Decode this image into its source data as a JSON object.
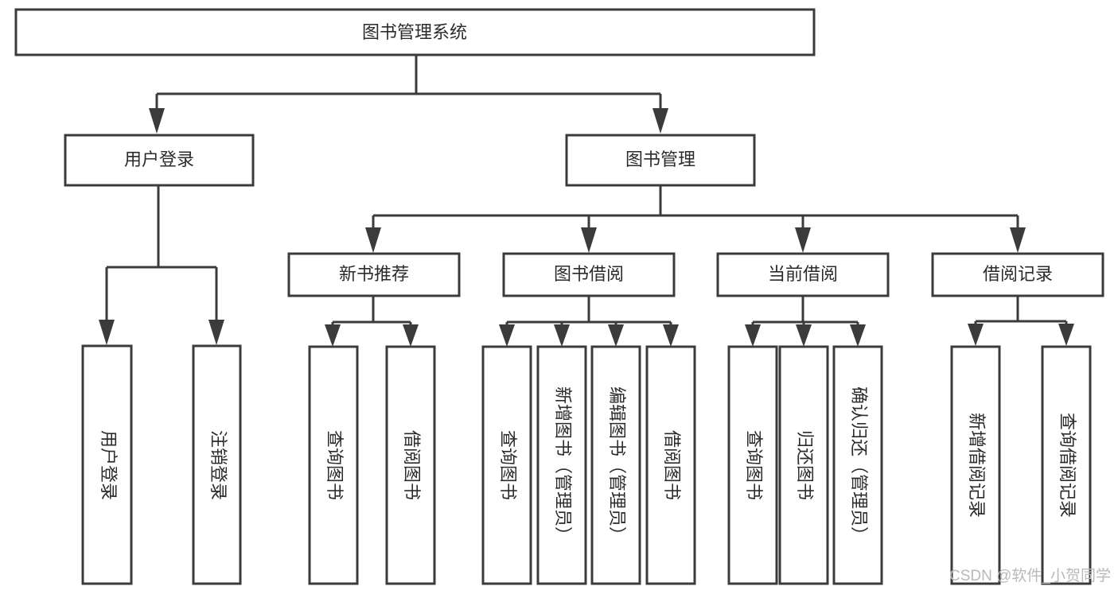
{
  "diagram": {
    "type": "tree-hierarchy-chart",
    "title": "图书管理系统",
    "watermark": "CSDN @软件_小贺同学",
    "stroke_color": "#3b3b3b",
    "fill_color": "#ffffff",
    "text_color": "#2b2b2b",
    "watermark_color": "#b9b9b9",
    "levels": {
      "root": {
        "id": "root",
        "label": "图书管理系统",
        "orientation": "horizontal"
      },
      "level2": [
        {
          "id": "user-login",
          "label": "用户登录",
          "orientation": "horizontal"
        },
        {
          "id": "book-management",
          "label": "图书管理",
          "orientation": "horizontal"
        }
      ],
      "level3": [
        {
          "id": "new-book-recommend",
          "label": "新书推荐",
          "orientation": "horizontal",
          "parent": "book-management"
        },
        {
          "id": "book-borrow",
          "label": "图书借阅",
          "orientation": "horizontal",
          "parent": "book-management"
        },
        {
          "id": "current-borrow",
          "label": "当前借阅",
          "orientation": "horizontal",
          "parent": "book-management"
        },
        {
          "id": "borrow-record",
          "label": "借阅记录",
          "orientation": "horizontal",
          "parent": "book-management"
        }
      ],
      "leaves": [
        {
          "id": "leaf-user-login",
          "label": "用户登录",
          "orientation": "vertical",
          "parent": "user-login"
        },
        {
          "id": "leaf-logout-login",
          "label": "注销登录",
          "orientation": "vertical",
          "parent": "user-login"
        },
        {
          "id": "leaf-query-book-1",
          "label": "查询图书",
          "orientation": "vertical",
          "parent": "new-book-recommend"
        },
        {
          "id": "leaf-borrow-book-1",
          "label": "借阅图书",
          "orientation": "vertical",
          "parent": "new-book-recommend"
        },
        {
          "id": "leaf-query-book-2",
          "label": "查询图书",
          "orientation": "vertical",
          "parent": "book-borrow"
        },
        {
          "id": "leaf-add-book-admin",
          "label": "新增图书（管理员）",
          "orientation": "vertical",
          "parent": "book-borrow"
        },
        {
          "id": "leaf-edit-book-admin",
          "label": "编辑图书（管理员）",
          "orientation": "vertical",
          "parent": "book-borrow"
        },
        {
          "id": "leaf-borrow-book-2",
          "label": "借阅图书",
          "orientation": "vertical",
          "parent": "book-borrow"
        },
        {
          "id": "leaf-query-book-3",
          "label": "查询图书",
          "orientation": "vertical",
          "parent": "current-borrow"
        },
        {
          "id": "leaf-return-book",
          "label": "归还图书",
          "orientation": "vertical",
          "parent": "current-borrow"
        },
        {
          "id": "leaf-confirm-return-admin",
          "label": "确认归还（管理员）",
          "orientation": "vertical",
          "parent": "current-borrow"
        },
        {
          "id": "leaf-add-borrow-record",
          "label": "新增借阅记录",
          "orientation": "vertical",
          "parent": "borrow-record"
        },
        {
          "id": "leaf-query-borrow-record",
          "label": "查询借阅记录",
          "orientation": "vertical",
          "parent": "borrow-record"
        }
      ]
    }
  }
}
